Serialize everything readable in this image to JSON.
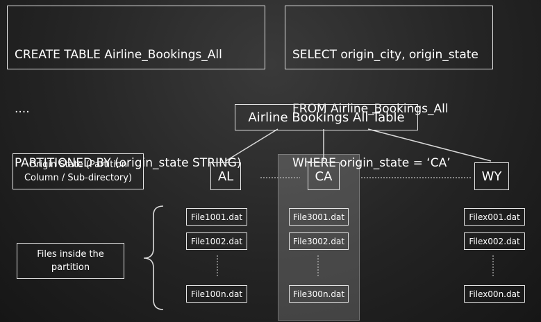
{
  "create_query": {
    "line1": "CREATE TABLE Airline_Bookings_All",
    "line2": "....",
    "line3": "PARTITIONED BY (origin_state STRING)"
  },
  "select_query": {
    "line1": "SELECT origin_city, origin_state",
    "line2": "FROM Airline_Bookings_All",
    "line3": "WHERE origin_state = ‘CA’"
  },
  "table_label": "Airline Bookings All Table",
  "partition_label": {
    "line1": "Origin State (Partition",
    "line2": "Column / Sub-directory)"
  },
  "files_label": {
    "line1": "Files inside the",
    "line2": "partition"
  },
  "partitions": [
    {
      "state": "AL",
      "files": [
        "File1001.dat",
        "File1002.dat",
        "File100n.dat"
      ]
    },
    {
      "state": "CA",
      "files": [
        "File3001.dat",
        "File3002.dat",
        "File300n.dat"
      ]
    },
    {
      "state": "WY",
      "files": [
        "Filex001.dat",
        "Filex002.dat",
        "Filex00n.dat"
      ]
    }
  ]
}
